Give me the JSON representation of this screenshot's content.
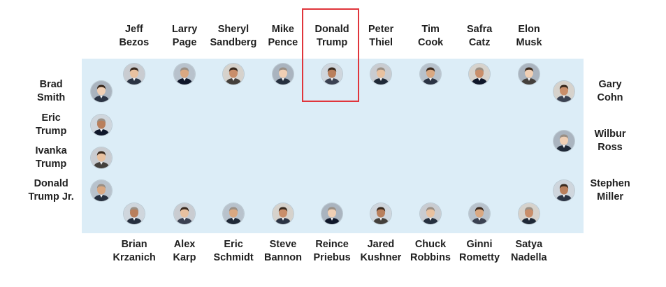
{
  "colors": {
    "table_fill": "#dcedf7",
    "highlight": "#e0353b",
    "text": "#1f1f1f"
  },
  "highlighted": "Donald Trump",
  "seats": {
    "top": [
      {
        "first": "Jeff",
        "last": "Bezos"
      },
      {
        "first": "Larry",
        "last": "Page"
      },
      {
        "first": "Sheryl",
        "last": "Sandberg"
      },
      {
        "first": "Mike",
        "last": "Pence"
      },
      {
        "first": "Donald",
        "last": "Trump"
      },
      {
        "first": "Peter",
        "last": "Thiel"
      },
      {
        "first": "Tim",
        "last": "Cook"
      },
      {
        "first": "Safra",
        "last": "Catz"
      },
      {
        "first": "Elon",
        "last": "Musk"
      }
    ],
    "bottom": [
      {
        "first": "Brian",
        "last": "Krzanich"
      },
      {
        "first": "Alex",
        "last": "Karp"
      },
      {
        "first": "Eric",
        "last": "Schmidt"
      },
      {
        "first": "Steve",
        "last": "Bannon"
      },
      {
        "first": "Reince",
        "last": "Priebus"
      },
      {
        "first": "Jared",
        "last": "Kushner"
      },
      {
        "first": "Chuck",
        "last": "Robbins"
      },
      {
        "first": "Ginni",
        "last": "Rometty"
      },
      {
        "first": "Satya",
        "last": "Nadella"
      }
    ],
    "left": [
      {
        "first": "Brad",
        "last": "Smith"
      },
      {
        "first": "Eric",
        "last": "Trump"
      },
      {
        "first": "Ivanka",
        "last": "Trump"
      },
      {
        "first": "Donald",
        "last": "Trump Jr."
      }
    ],
    "right": [
      {
        "first": "Gary",
        "last": "Cohn"
      },
      {
        "first": "Wilbur",
        "last": "Ross"
      },
      {
        "first": "Stephen",
        "last": "Miller"
      }
    ]
  }
}
